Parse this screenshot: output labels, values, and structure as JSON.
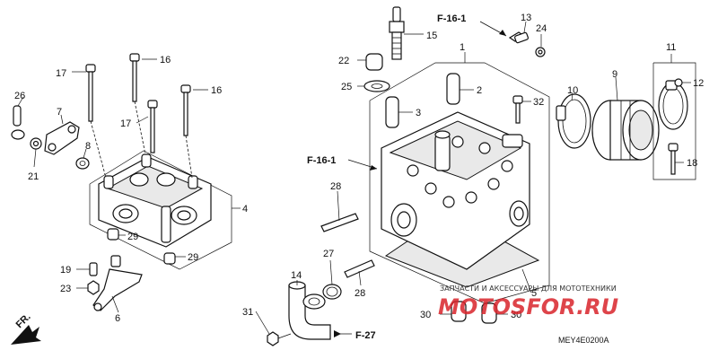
{
  "labels": {
    "p1": "1",
    "p2": "2",
    "p3": "3",
    "p4": "4",
    "p5": "5",
    "p6": "6",
    "p7": "7",
    "p8": "8",
    "p9": "9",
    "p10": "10",
    "p11": "11",
    "p12": "12",
    "p13": "13",
    "p14": "14",
    "p15": "15",
    "p16a": "16",
    "p16b": "16",
    "p17a": "17",
    "p17b": "17",
    "p18": "18",
    "p19": "19",
    "p21": "21",
    "p22": "22",
    "p23": "23",
    "p24": "24",
    "p25": "25",
    "p26": "26",
    "p27": "27",
    "p28a": "28",
    "p28b": "28",
    "p29a": "29",
    "p29b": "29",
    "p30a": "30",
    "p30b": "30",
    "p31": "31",
    "p32": "32"
  },
  "refs": {
    "f161_top": "F-16-1",
    "f161_left": "F-16-1",
    "f27": "F-27",
    "fr": "FR."
  },
  "diagram_code": "MEY4E0200A",
  "watermark": {
    "line": "ЗАПЧАСТИ И АКСЕССУАРЫ ДЛЯ МОТОТЕХНИКИ",
    "brand": "MOTOSFOR.RU"
  }
}
